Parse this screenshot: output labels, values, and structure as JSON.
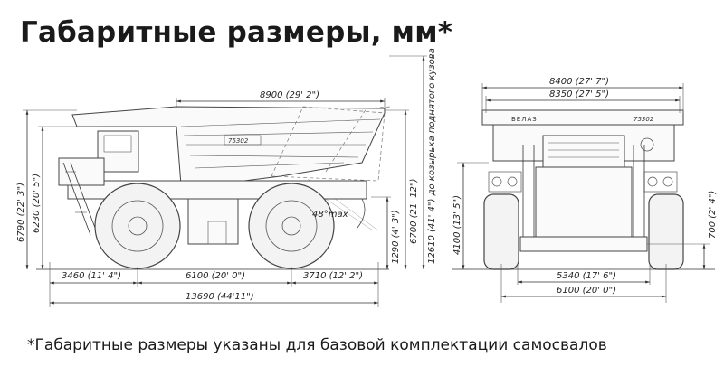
{
  "title": "Габаритные размеры, мм*",
  "footnote": "*Габаритные размеры указаны для базовой комплектации самосвалов",
  "side_view": {
    "model_text": "75302",
    "top_length": "8900 (29' 2\")",
    "height_overall": "6790 (22' 3\")",
    "height_cab": "6230 (20' 5\")",
    "length_front": "3460 (11' 4\")",
    "wheelbase": "6100 (20' 0\")",
    "length_rear": "3710 (12' 2\")",
    "length_total": "13690 (44'11\")",
    "dump_angle": "48°max",
    "h_1290": "1290 (4' 3\")",
    "h_6700": "6700 (21' 12\")",
    "h_12610": "12610 (41' 4\") до козырька поднятого кузова"
  },
  "front_view": {
    "logo_text": "БЕЛАЗ",
    "model_text": "75302",
    "width_overall": "8400 (27' 7\")",
    "width_body": "8350 (27' 5\")",
    "height_4100": "4100 (13' 5\")",
    "clearance": "700 (2' 4\")",
    "track_inner": "5340 (17' 6\")",
    "track_outer": "6100 (20' 0\")"
  }
}
